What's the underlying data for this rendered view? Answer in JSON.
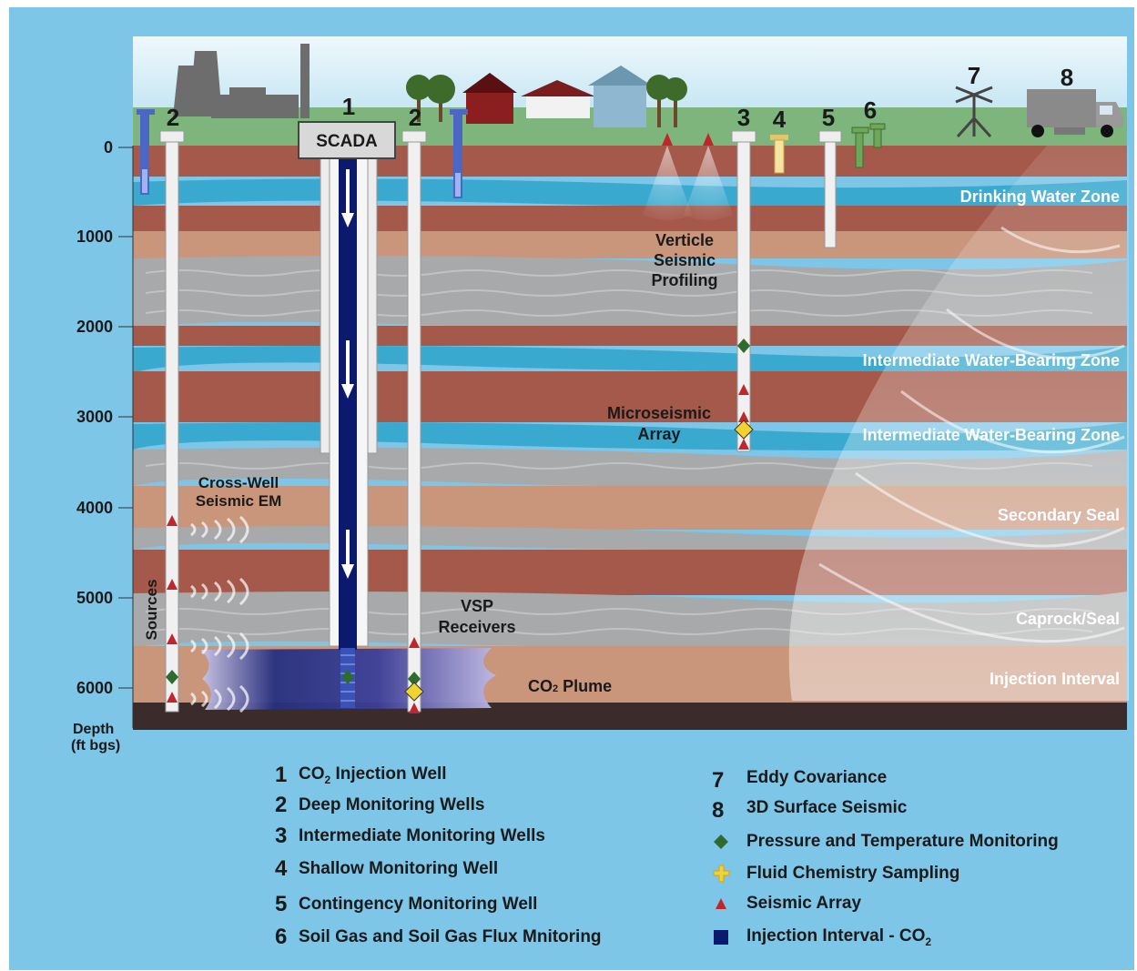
{
  "colors": {
    "background": "#7ec6e8",
    "ground": "#7db57c",
    "sky": "#dceff7",
    "shale": "#a4594a",
    "sand": "#c9957b",
    "grey_rock": "#a8a9aa",
    "water": "#3aa9cf",
    "bedrock": "#3b2b2b",
    "plume": "#2a2f8a",
    "pressure_marker": "#2f6b2f",
    "fluid_marker": "#f2d22e",
    "seismic_marker": "#c0272d",
    "injection_marker": "#0b1a6e"
  },
  "axis": {
    "tick_labels": [
      "0",
      "1000",
      "2000",
      "3000",
      "4000",
      "5000",
      "6000"
    ],
    "title_line1": "Depth",
    "title_line2": "(ft bgs)"
  },
  "well_numbers": {
    "w2a": "2",
    "w1": "1",
    "w2b": "2",
    "w3": "3",
    "w4": "4",
    "w5": "5",
    "w6": "6",
    "w7": "7",
    "w8": "8"
  },
  "labels": {
    "scada": "SCADA",
    "drinking_water": "Drinking Water Zone",
    "intermediate_1": "Intermediate Water-Bearing Zone",
    "intermediate_2": "Intermediate Water-Bearing Zone",
    "secondary_seal": "Secondary Seal",
    "caprock": "Caprock/Seal",
    "injection_interval": "Injection Interval",
    "vsp_1": "Verticle",
    "vsp_2": "Seismic",
    "vsp_3": "Profiling",
    "micro_1": "Microseismic",
    "micro_2": "Array",
    "crosswell_1": "Cross-Well",
    "crosswell_2": "Seismic EM",
    "sources": "Sources",
    "vsp_recv_1": "VSP",
    "vsp_recv_2": "Receivers",
    "plume_co": "CO",
    "plume_sub": "2",
    "plume_rest": " Plume"
  },
  "legend": {
    "left": [
      {
        "num": "1",
        "pre": "CO",
        "sub": "2",
        "post": " Injection Well"
      },
      {
        "num": "2",
        "pre": "Deep Monitoring Wells",
        "sub": "",
        "post": ""
      },
      {
        "num": "3",
        "pre": "Intermediate Monitoring Wells",
        "sub": "",
        "post": ""
      },
      {
        "num": "4",
        "pre": "Shallow Monitoring Well",
        "sub": "",
        "post": ""
      },
      {
        "num": "5",
        "pre": "Contingency Monitoring Well",
        "sub": "",
        "post": ""
      },
      {
        "num": "6",
        "pre": "Soil Gas and Soil Gas Flux Mnitoring",
        "sub": "",
        "post": ""
      }
    ],
    "right": [
      {
        "sym": "7",
        "icon": "number",
        "pre": "Eddy Covariance",
        "sub": "",
        "post": ""
      },
      {
        "sym": "8",
        "icon": "number",
        "pre": "3D Surface Seismic",
        "sub": "",
        "post": ""
      },
      {
        "sym": "",
        "icon": "green-diamond-icon",
        "pre": "Pressure and Temperature Monitoring",
        "sub": "",
        "post": ""
      },
      {
        "sym": "",
        "icon": "yellow-cross-icon",
        "pre": "Fluid Chemistry Sampling",
        "sub": "",
        "post": ""
      },
      {
        "sym": "",
        "icon": "red-triangle-icon",
        "pre": "Seismic Array",
        "sub": "",
        "post": ""
      },
      {
        "sym": "",
        "icon": "blue-square-icon",
        "pre": "Injection Interval - CO",
        "sub": "2",
        "post": ""
      }
    ]
  }
}
